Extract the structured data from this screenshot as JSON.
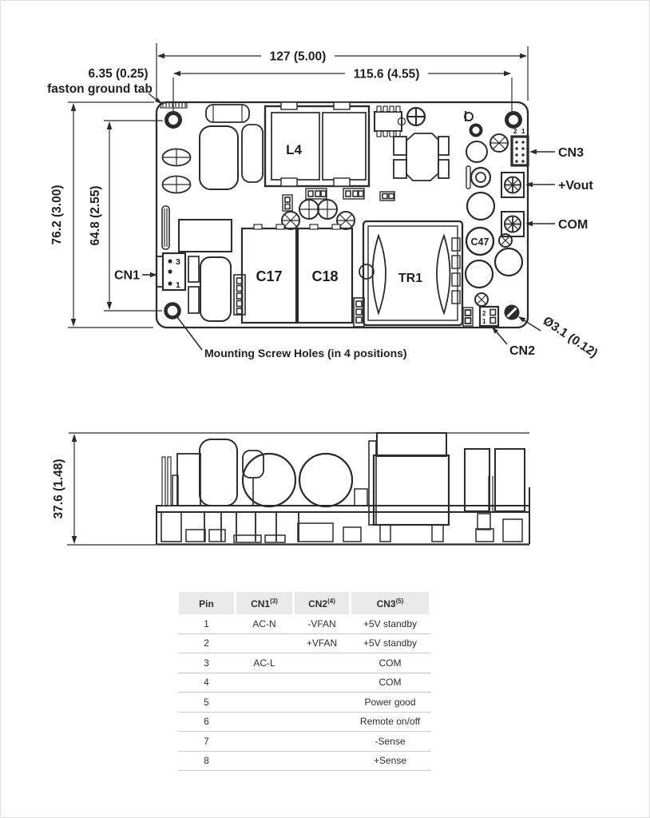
{
  "top_view": {
    "dims": {
      "board_width": "127 (5.00)",
      "hole_span_width": "115.6 (4.55)",
      "tab_offset": "6.35 (0.25)",
      "tab_caption": "faston ground tab",
      "board_height": "76.2 (3.00)",
      "hole_span_height": "64.8 (2.55)",
      "hole_diameter": "Ø3.1 (0.12)"
    },
    "labels": {
      "cn1": "CN1",
      "cn2": "CN2",
      "cn3": "CN3",
      "vout": "+Vout",
      "com": "COM",
      "mounting_holes": "Mounting Screw Holes (in 4 positions)"
    },
    "components": {
      "l4": "L4",
      "c17": "C17",
      "c18": "C18",
      "tr1": "TR1",
      "c47": "C47"
    },
    "pin_marks": {
      "cn3": "2 1",
      "cn1_top": "3",
      "cn1_bottom": "1",
      "cn2_top": "2",
      "cn2_bottom": "1"
    }
  },
  "side_view": {
    "dims": {
      "height": "37.6 (1.48)"
    }
  },
  "pin_table": {
    "headers": [
      {
        "label": "Pin",
        "sup": ""
      },
      {
        "label": "CN1",
        "sup": "(3)"
      },
      {
        "label": "CN2",
        "sup": "(4)"
      },
      {
        "label": "CN3",
        "sup": "(5)"
      }
    ],
    "rows": [
      {
        "pin": "1",
        "cn1": "AC-N",
        "cn2": "-VFAN",
        "cn3": "+5V standby"
      },
      {
        "pin": "2",
        "cn1": "",
        "cn2": "+VFAN",
        "cn3": "+5V standby"
      },
      {
        "pin": "3",
        "cn1": "AC-L",
        "cn2": "",
        "cn3": "COM"
      },
      {
        "pin": "4",
        "cn1": "",
        "cn2": "",
        "cn3": "COM"
      },
      {
        "pin": "5",
        "cn1": "",
        "cn2": "",
        "cn3": "Power good"
      },
      {
        "pin": "6",
        "cn1": "",
        "cn2": "",
        "cn3": "Remote on/off"
      },
      {
        "pin": "7",
        "cn1": "",
        "cn2": "",
        "cn3": "-Sense"
      },
      {
        "pin": "8",
        "cn1": "",
        "cn2": "",
        "cn3": "+Sense"
      }
    ]
  },
  "colors": {
    "line": "#2b2b2b",
    "table_header_bg": "#e9e9e9",
    "table_line": "#c7c7c7"
  }
}
